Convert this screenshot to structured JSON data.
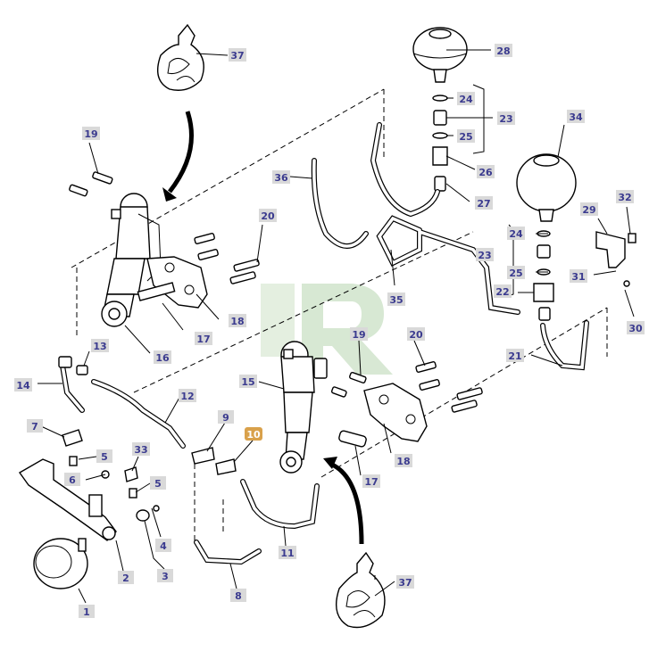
{
  "diagram": {
    "callouts": [
      {
        "id": "c1",
        "label": "1"
      },
      {
        "id": "c2",
        "label": "2"
      },
      {
        "id": "c3",
        "label": "3"
      },
      {
        "id": "c4",
        "label": "4"
      },
      {
        "id": "c5a",
        "label": "5"
      },
      {
        "id": "c5b",
        "label": "5"
      },
      {
        "id": "c6",
        "label": "6"
      },
      {
        "id": "c7",
        "label": "7"
      },
      {
        "id": "c8",
        "label": "8"
      },
      {
        "id": "c9",
        "label": "9"
      },
      {
        "id": "c10",
        "label": "10"
      },
      {
        "id": "c11",
        "label": "11"
      },
      {
        "id": "c12",
        "label": "12"
      },
      {
        "id": "c13",
        "label": "13"
      },
      {
        "id": "c14",
        "label": "14"
      },
      {
        "id": "c15",
        "label": "15"
      },
      {
        "id": "c16",
        "label": "16"
      },
      {
        "id": "c17a",
        "label": "17"
      },
      {
        "id": "c17b",
        "label": "17"
      },
      {
        "id": "c18a",
        "label": "18"
      },
      {
        "id": "c18b",
        "label": "18"
      },
      {
        "id": "c19a",
        "label": "19"
      },
      {
        "id": "c19b",
        "label": "19"
      },
      {
        "id": "c20a",
        "label": "20"
      },
      {
        "id": "c20b",
        "label": "20"
      },
      {
        "id": "c21",
        "label": "21"
      },
      {
        "id": "c22",
        "label": "22"
      },
      {
        "id": "c23a",
        "label": "23"
      },
      {
        "id": "c23b",
        "label": "23"
      },
      {
        "id": "c24a",
        "label": "24"
      },
      {
        "id": "c24b",
        "label": "24"
      },
      {
        "id": "c25a",
        "label": "25"
      },
      {
        "id": "c25b",
        "label": "25"
      },
      {
        "id": "c26",
        "label": "26"
      },
      {
        "id": "c27",
        "label": "27"
      },
      {
        "id": "c28",
        "label": "28"
      },
      {
        "id": "c29",
        "label": "29"
      },
      {
        "id": "c30",
        "label": "30"
      },
      {
        "id": "c31",
        "label": "31"
      },
      {
        "id": "c32",
        "label": "32"
      },
      {
        "id": "c33",
        "label": "33"
      },
      {
        "id": "c34",
        "label": "34"
      },
      {
        "id": "c35",
        "label": "35"
      },
      {
        "id": "c36",
        "label": "36"
      },
      {
        "id": "c37a",
        "label": "37"
      },
      {
        "id": "c37b",
        "label": "37"
      }
    ],
    "highlight_color": "#d9a14b",
    "callout_color": "#d9d9d9",
    "callout_text_color": "#3b3b8f",
    "watermark_color": "#b8d6b0"
  }
}
